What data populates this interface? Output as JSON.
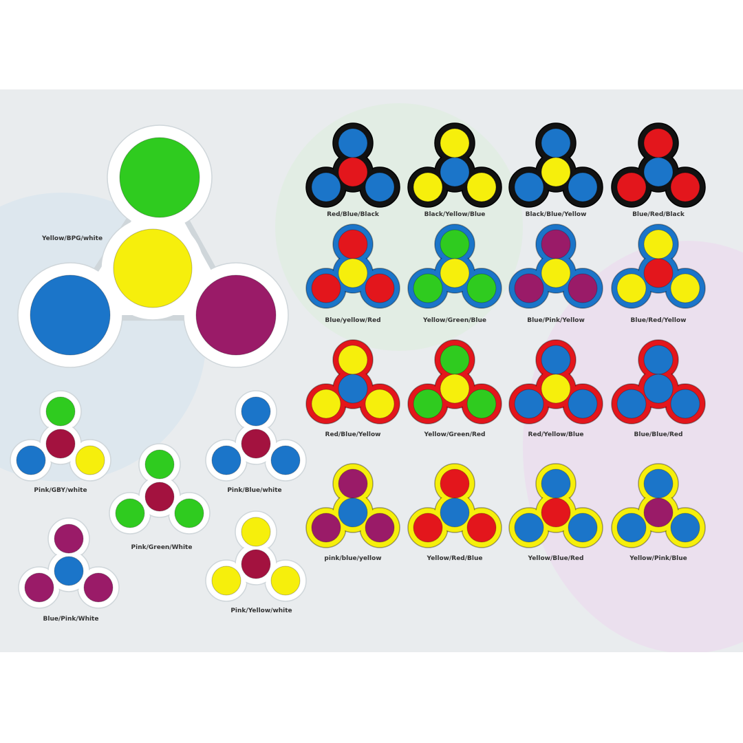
{
  "colors": {
    "blue": "#1b75c9",
    "red": "#e3161c",
    "yellow": "#f6ef0c",
    "green": "#2fcb1f",
    "pink": "#9a1b68",
    "wine": "#a3123f",
    "black": "#121212",
    "white": "#ffffff"
  },
  "featured": {
    "label": "Yellow/BPG/white",
    "body": "white",
    "top": "green",
    "left": "blue",
    "right": "pink",
    "center": "yellow"
  },
  "white_spinners": [
    {
      "label": "Pink/GBY/white",
      "body": "white",
      "top": "green",
      "left": "blue",
      "right": "yellow",
      "center": "wine"
    },
    {
      "label": "Pink/Blue/white",
      "body": "white",
      "top": "blue",
      "left": "blue",
      "right": "blue",
      "center": "wine"
    },
    {
      "label": "Pink/Green/White",
      "body": "white",
      "top": "green",
      "left": "green",
      "right": "green",
      "center": "wine"
    },
    {
      "label": "Blue/Pink/White",
      "body": "white",
      "top": "pink",
      "left": "pink",
      "right": "pink",
      "center": "blue"
    },
    {
      "label": "Pink/Yellow/white",
      "body": "white",
      "top": "yellow",
      "left": "yellow",
      "right": "yellow",
      "center": "wine"
    }
  ],
  "grid_spinners": [
    {
      "label": "Red/Blue/Black",
      "body": "black",
      "top": "blue",
      "left": "blue",
      "right": "blue",
      "center": "red"
    },
    {
      "label": "Black/Yellow/Blue",
      "body": "black",
      "top": "yellow",
      "left": "yellow",
      "right": "yellow",
      "center": "blue"
    },
    {
      "label": "Black/Blue/Yellow",
      "body": "black",
      "top": "blue",
      "left": "blue",
      "right": "blue",
      "center": "yellow"
    },
    {
      "label": "Blue/Red/Black",
      "body": "black",
      "top": "red",
      "left": "red",
      "right": "red",
      "center": "blue"
    },
    {
      "label": "Blue/yellow/Red",
      "body": "blue",
      "top": "red",
      "left": "red",
      "right": "red",
      "center": "yellow"
    },
    {
      "label": "Yellow/Green/Blue",
      "body": "blue",
      "top": "green",
      "left": "green",
      "right": "green",
      "center": "yellow"
    },
    {
      "label": "Blue/Pink/Yellow",
      "body": "blue",
      "top": "pink",
      "left": "pink",
      "right": "pink",
      "center": "yellow"
    },
    {
      "label": "Blue/Red/Yellow",
      "body": "blue",
      "top": "yellow",
      "left": "yellow",
      "right": "yellow",
      "center": "red"
    },
    {
      "label": "Red/Blue/Yellow",
      "body": "red",
      "top": "yellow",
      "left": "yellow",
      "right": "yellow",
      "center": "blue"
    },
    {
      "label": "Yellow/Green/Red",
      "body": "red",
      "top": "green",
      "left": "green",
      "right": "green",
      "center": "yellow"
    },
    {
      "label": "Red/Yellow/Blue",
      "body": "red",
      "top": "blue",
      "left": "blue",
      "right": "blue",
      "center": "yellow"
    },
    {
      "label": "Blue/Blue/Red",
      "body": "red",
      "top": "blue",
      "left": "blue",
      "right": "blue",
      "center": "blue"
    },
    {
      "label": "pink/blue/yellow",
      "body": "yellow",
      "top": "pink",
      "left": "pink",
      "right": "pink",
      "center": "blue"
    },
    {
      "label": "Yellow/Red/Blue",
      "body": "yellow",
      "top": "red",
      "left": "red",
      "right": "red",
      "center": "blue"
    },
    {
      "label": "Yellow/Blue/Red",
      "body": "yellow",
      "top": "blue",
      "left": "blue",
      "right": "blue",
      "center": "red"
    },
    {
      "label": "Yellow/Pink/Blue",
      "body": "yellow",
      "top": "blue",
      "left": "blue",
      "right": "blue",
      "center": "pink"
    }
  ]
}
